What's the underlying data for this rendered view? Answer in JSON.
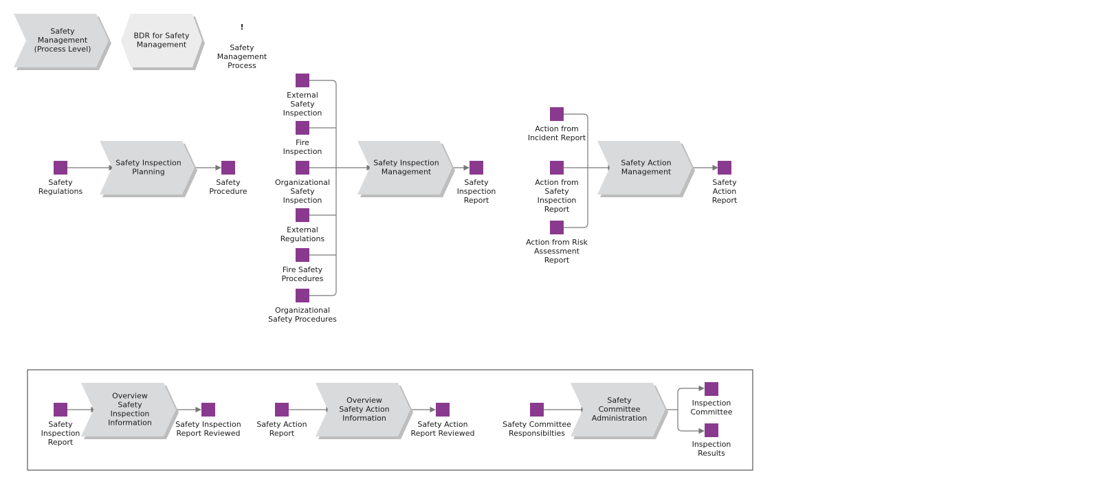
{
  "colors": {
    "process_fill": "#d9dadb",
    "process_fill_light": "#ececec",
    "shadow": "#bdbdbd",
    "data_object": "#8a3a8e",
    "connector": "#777777",
    "text": "#1a1a1a",
    "group_border": "#333333"
  },
  "header": {
    "process_level": {
      "lines": [
        "Safety",
        "Management",
        "(Process Level)"
      ]
    },
    "bdr": {
      "lines": [
        "BDR for Safety",
        "Management"
      ]
    },
    "exclamation": {
      "glyph": "!",
      "lines": [
        "Safety",
        "Management",
        "Process"
      ],
      "icon": "exclamation-icon"
    }
  },
  "row1": {
    "safety_regulations": {
      "lines": [
        "Safety",
        "Regulations"
      ]
    },
    "inspection_planning": {
      "lines": [
        "Safety Inspection",
        "Planning"
      ]
    },
    "safety_procedure": {
      "lines": [
        "Safety",
        "Procedure"
      ]
    }
  },
  "inspection_inputs": [
    {
      "lines": [
        "External",
        "Safety",
        "Inspection"
      ]
    },
    {
      "lines": [
        "Fire",
        "Inspection"
      ]
    },
    {
      "lines": [
        "Organizational",
        "Safety",
        "Inspection"
      ]
    },
    {
      "lines": [
        "External",
        "Regulations"
      ]
    },
    {
      "lines": [
        "Fire Safety",
        "Procedures"
      ]
    },
    {
      "lines": [
        "Organizational",
        "Safety Procedures"
      ]
    }
  ],
  "inspection_management": {
    "lines": [
      "Safety Inspection",
      "Management"
    ]
  },
  "inspection_report": {
    "lines": [
      "Safety",
      "Inspection",
      "Report"
    ]
  },
  "action_inputs": [
    {
      "lines": [
        "Action from",
        "Incident Report"
      ]
    },
    {
      "lines": [
        "Action from",
        "Safety",
        "Inspection",
        "Report"
      ]
    },
    {
      "lines": [
        "Action from Risk",
        "Assessment",
        "Report"
      ]
    }
  ],
  "action_management": {
    "lines": [
      "Safety Action",
      "Management"
    ]
  },
  "action_report": {
    "lines": [
      "Safety",
      "Action",
      "Report"
    ]
  },
  "group": {
    "ins_report": {
      "lines": [
        "Safety",
        "Inspection",
        "Report"
      ]
    },
    "overview_inspection": {
      "lines": [
        "Overview",
        "Safety",
        "Inspection",
        "Information"
      ]
    },
    "ins_report_reviewed": {
      "lines": [
        "Safety Inspection",
        "Report Reviewed"
      ]
    },
    "action_report": {
      "lines": [
        "Safety Action",
        "Report"
      ]
    },
    "overview_action": {
      "lines": [
        "Overview",
        "Safety Action",
        "Information"
      ]
    },
    "action_report_reviewed": {
      "lines": [
        "Safety Action",
        "Report Reviewed"
      ]
    },
    "committee_resp": {
      "lines": [
        "Safety Committee",
        "Responsibilties"
      ]
    },
    "committee_admin": {
      "lines": [
        "Safety",
        "Committee",
        "Administration"
      ]
    },
    "inspection_committee": {
      "lines": [
        "Inspection",
        "Committee"
      ]
    },
    "inspection_results": {
      "lines": [
        "Inspection",
        "Results"
      ]
    }
  }
}
